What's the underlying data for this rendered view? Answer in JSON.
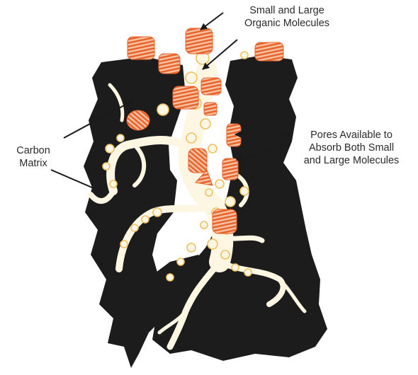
{
  "labels": {
    "molecules": {
      "line1": "Small and Large",
      "line2": "Organic Molecules"
    },
    "carbon": {
      "line1": "Carbon",
      "line2": "Matrix"
    },
    "pores": {
      "line1": "Pores Available to",
      "line2": "Absorb Both Small",
      "line3": "and Large Molecules"
    }
  },
  "colors": {
    "carbon_matrix": "#1c1c1c",
    "pore_channel": "#fdf6e3",
    "large_molecule": "#e8632b",
    "small_molecule": "#f0c060",
    "text": "#2a2a2a"
  }
}
